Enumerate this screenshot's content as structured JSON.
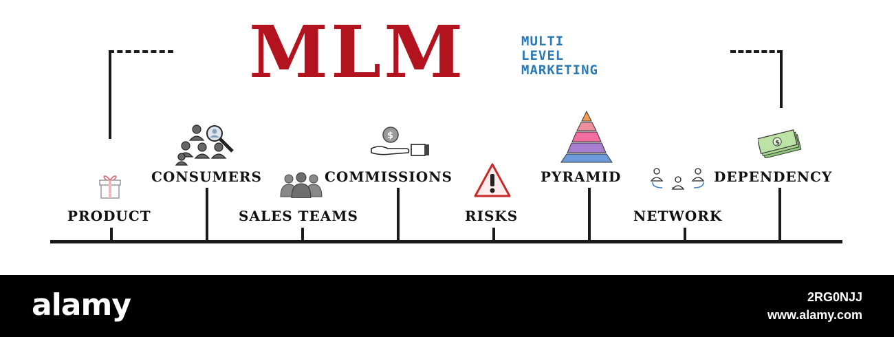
{
  "title": "MLM",
  "subtitle": [
    "MULTI",
    "LEVEL",
    "MARKETING"
  ],
  "colors": {
    "title": "#b3121f",
    "subtitle": "#2a78b5",
    "line": "#1a1a1a"
  },
  "items": [
    {
      "label": "PRODUCT",
      "icon": "gift-icon"
    },
    {
      "label": "CONSUMERS",
      "icon": "people-magnifier-icon"
    },
    {
      "label": "SALES TEAMS",
      "icon": "team-icon"
    },
    {
      "label": "COMMISSIONS",
      "icon": "coin-hand-icon"
    },
    {
      "label": "RISKS",
      "icon": "warning-triangle-icon"
    },
    {
      "label": "PYRAMID",
      "icon": "pyramid-icon"
    },
    {
      "label": "NETWORK",
      "icon": "network-icon"
    },
    {
      "label": "DEPENDENCY",
      "icon": "money-stack-icon"
    }
  ],
  "watermark": {
    "brand": "alamy",
    "image_id": "2RG0NJJ",
    "site": "www.alamy.com"
  }
}
